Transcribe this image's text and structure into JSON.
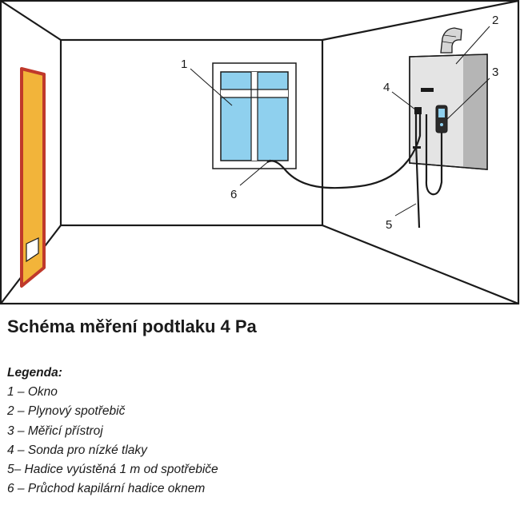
{
  "diagram": {
    "title": "Schéma měření podtlaku 4 Pa",
    "callouts": [
      "1",
      "2",
      "3",
      "4",
      "5",
      "6"
    ]
  },
  "legend": {
    "heading": "Legenda:",
    "items": [
      "1 – Okno",
      "2 – Plynový spotřebič",
      "3 – Měřicí přístroj",
      "4 – Sonda pro nízké tlaky",
      "5– Hadice vyústěná 1 m od spotřebiče",
      "6 – Průchod kapilární hadice oknem"
    ]
  },
  "colors": {
    "door_fill": "#f2b43a",
    "door_frame": "#c0392b",
    "window_glass": "#8fd0ee",
    "appliance_light": "#e4e4e4",
    "appliance_dark": "#b5b5b5",
    "line": "#1a1a1a"
  }
}
